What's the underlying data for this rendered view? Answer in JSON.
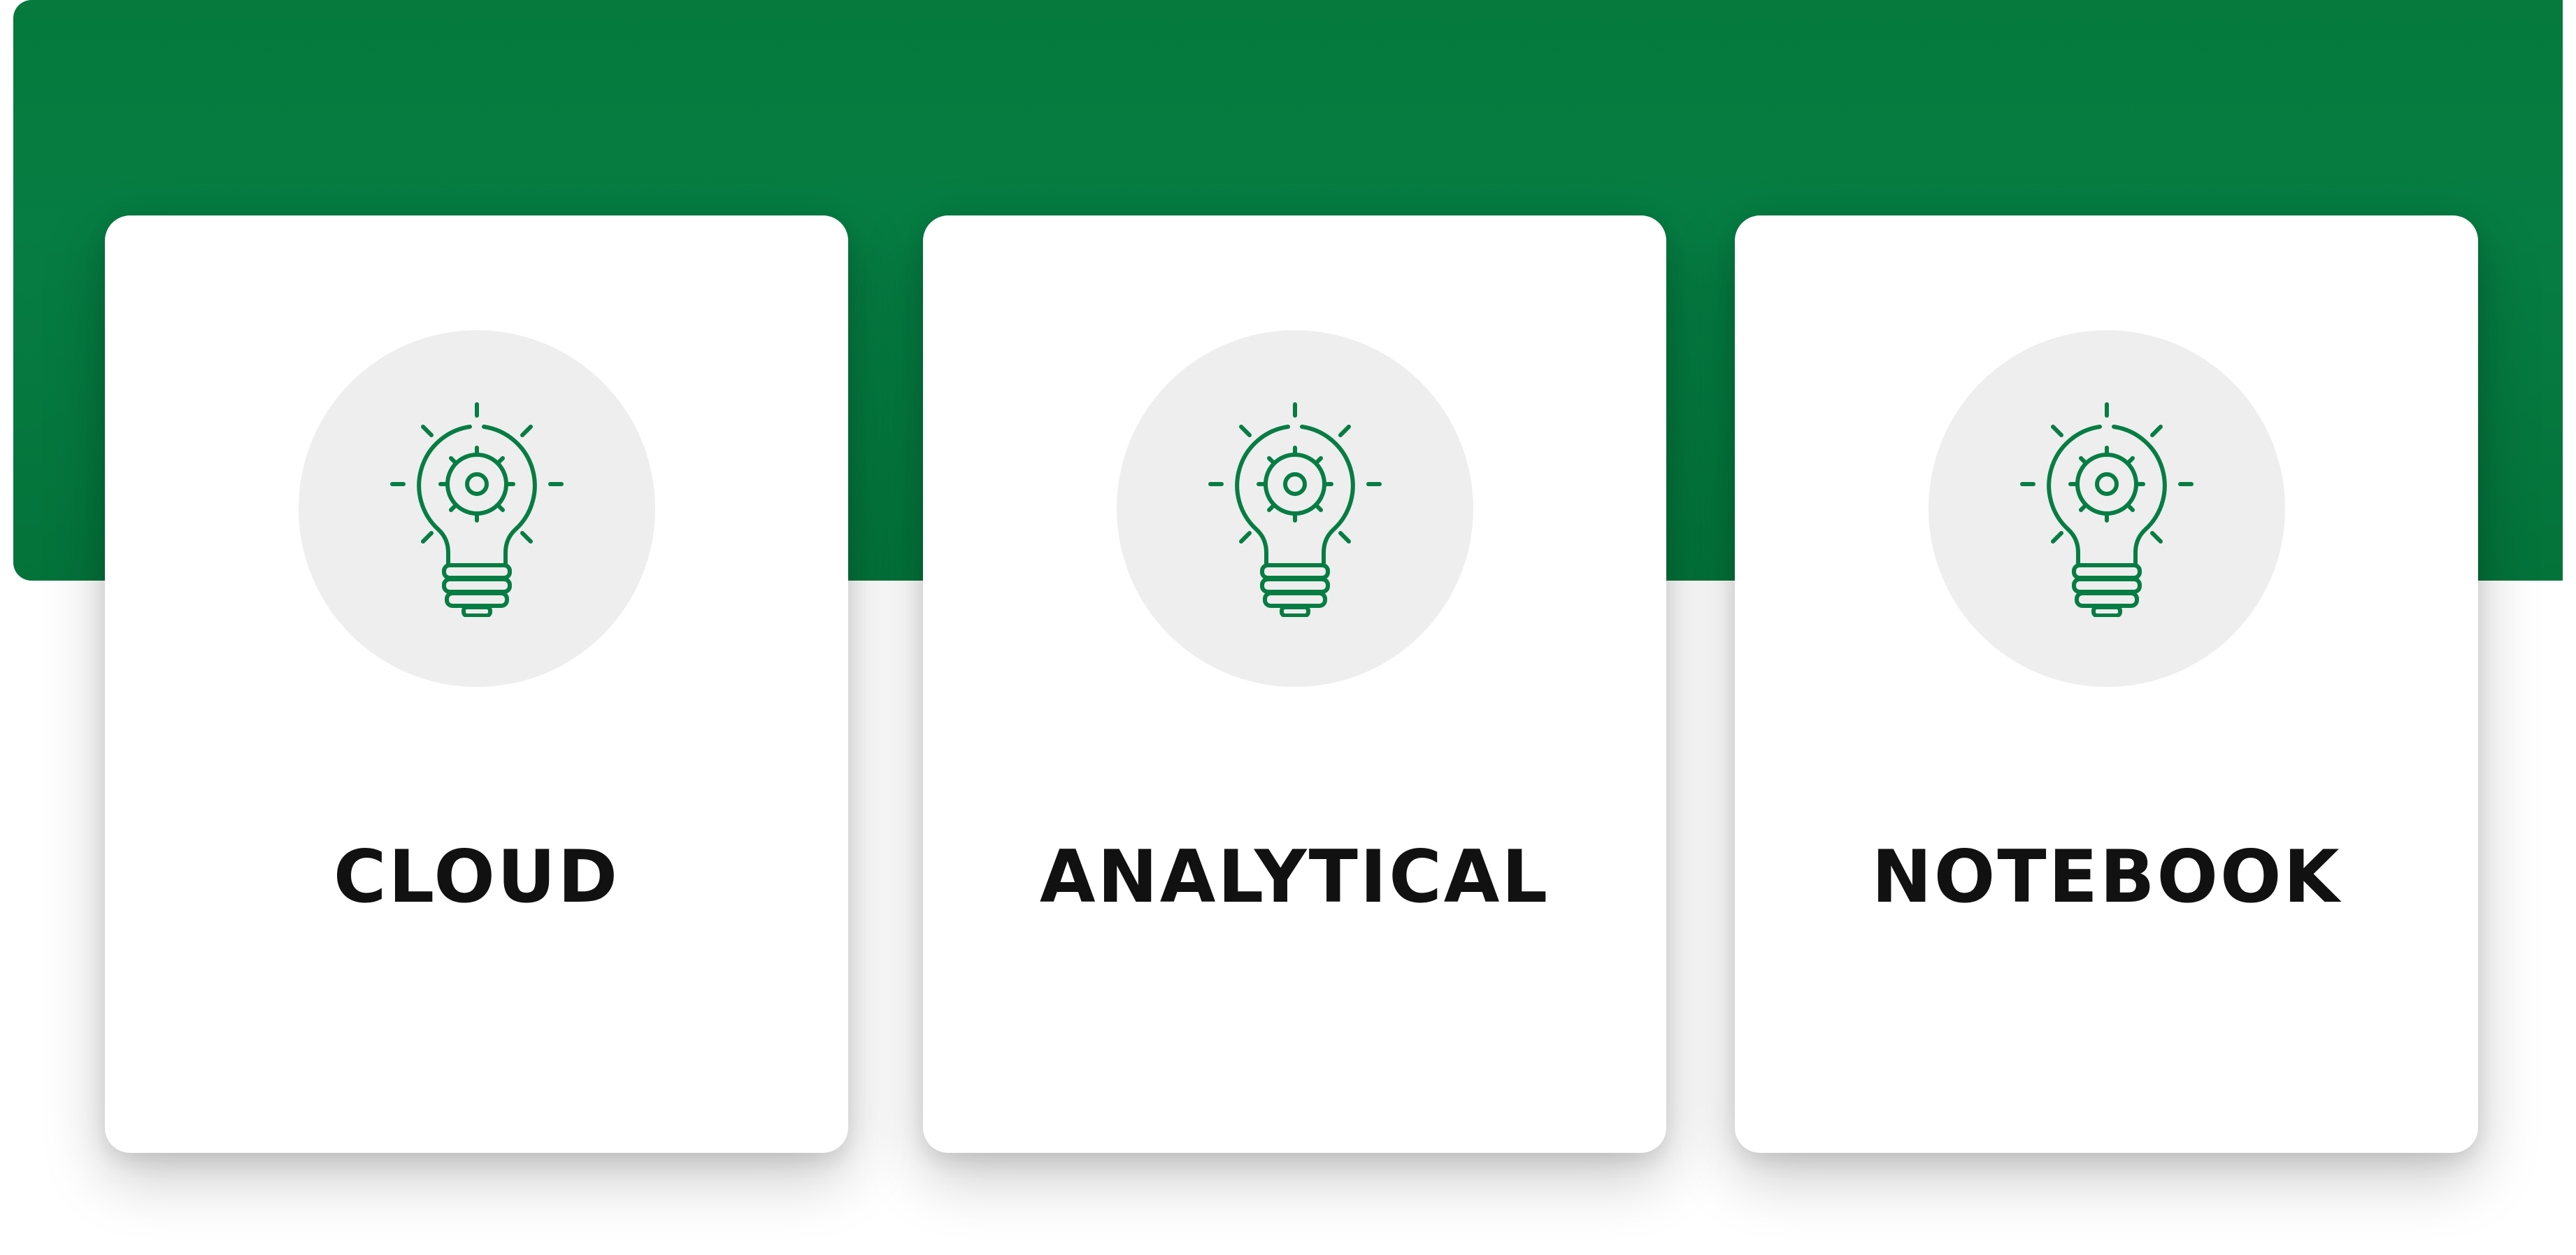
{
  "colors": {
    "accent": "#067d43",
    "icon_circle": "#eeeeee",
    "card_background": "#ffffff",
    "label_text": "#111111"
  },
  "cards": [
    {
      "label": "CLOUD",
      "icon": "lightbulb-gear-icon"
    },
    {
      "label": "ANALYTICAL",
      "icon": "lightbulb-gear-icon"
    },
    {
      "label": "NOTEBOOK",
      "icon": "lightbulb-gear-icon"
    }
  ]
}
